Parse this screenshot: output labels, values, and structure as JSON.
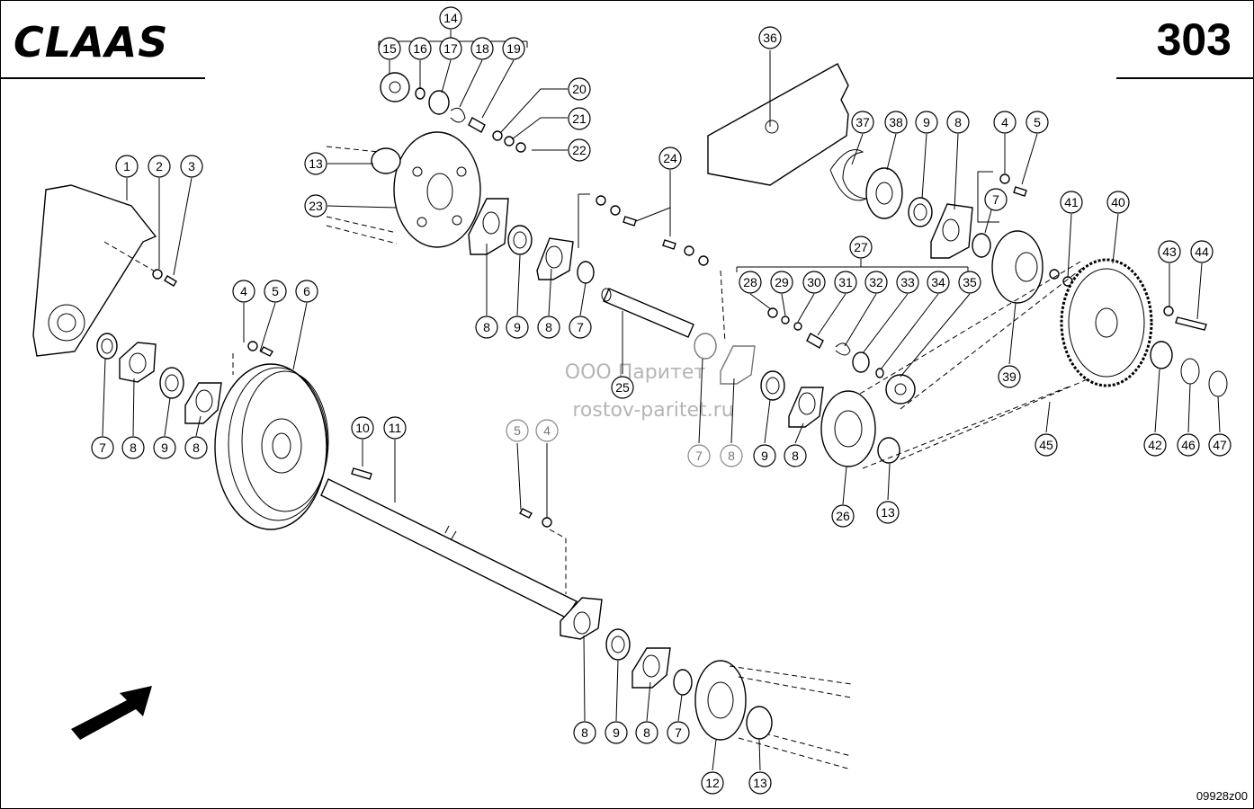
{
  "header": {
    "brand": "CLAAS",
    "page_number": "303"
  },
  "footer": {
    "drawing_code": "09928z00"
  },
  "watermark": {
    "line1": "ООО Паритет",
    "line2": "rostov-paritet.ru"
  },
  "callouts": [
    "1",
    "2",
    "3",
    "4",
    "5",
    "6",
    "7",
    "8",
    "9",
    "8",
    "13",
    "23",
    "14",
    "15",
    "16",
    "17",
    "18",
    "19",
    "20",
    "21",
    "22",
    "8",
    "9",
    "8",
    "7",
    "24",
    "25",
    "7",
    "8",
    "9",
    "8",
    "36",
    "37",
    "38",
    "9",
    "8",
    "4",
    "5",
    "7",
    "27",
    "28",
    "29",
    "30",
    "31",
    "32",
    "33",
    "34",
    "35",
    "39",
    "41",
    "40",
    "43",
    "44",
    "26",
    "13",
    "45",
    "42",
    "46",
    "47",
    "10",
    "11",
    "5",
    "4",
    "8",
    "9",
    "8",
    "7",
    "12",
    "13"
  ],
  "icons": {
    "direction-arrow": "direction-arrow-icon"
  }
}
